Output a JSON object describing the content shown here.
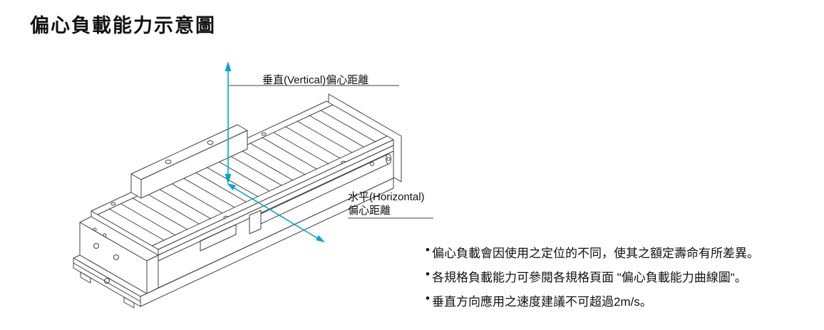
{
  "page": {
    "title": "偏心負載能力示意圖"
  },
  "diagram": {
    "vertical_arrow_label": "垂直(Vertical)偏心距離",
    "horizontal_arrow_label_line1": "水平(Horizontal)",
    "horizontal_arrow_label_line2": "偏心距離",
    "arrow_color": "#00a5ce",
    "line_color": "#404040"
  },
  "notes": {
    "bullet": "•",
    "items": [
      "偏心負載會因使用之定位的不同，使其之額定壽命有所差異。",
      "各規格負載能力可參閱各規格頁面 \"偏心負載能力曲線圖\"。",
      "垂直方向應用之速度建議不可超過2m/s。"
    ]
  }
}
